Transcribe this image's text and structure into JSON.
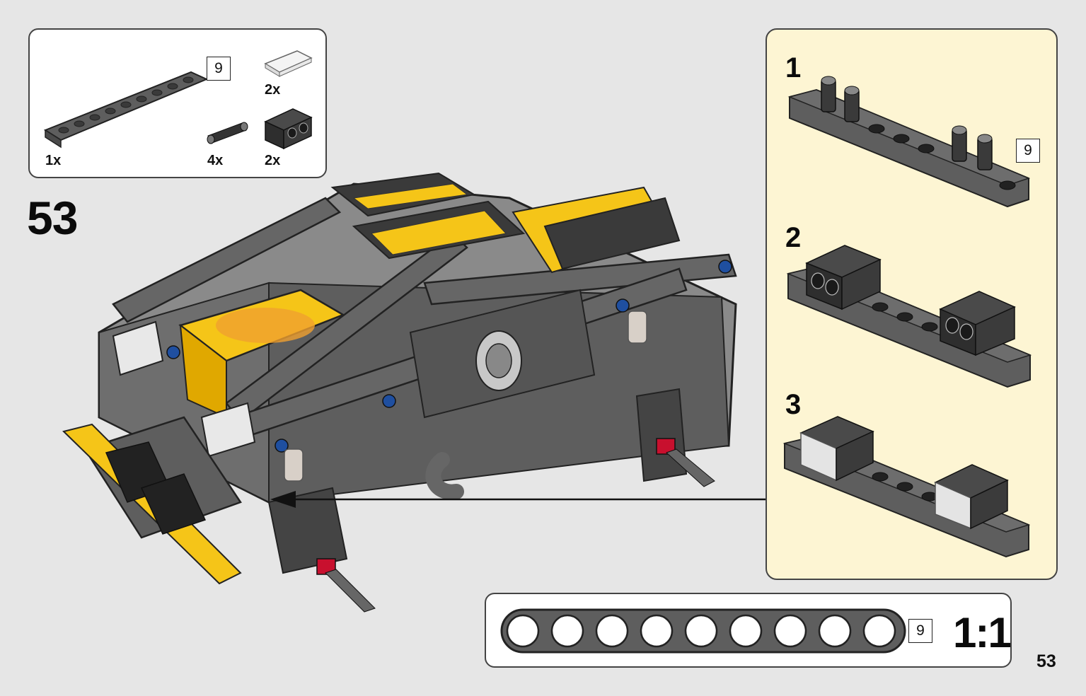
{
  "parts_list": {
    "items": [
      {
        "name": "Technic beam 9",
        "qty": "1x",
        "length": "9"
      },
      {
        "name": "Transparent tile 1x2",
        "qty": "2x"
      },
      {
        "name": "Technic connector peg",
        "qty": "4x"
      },
      {
        "name": "Black Technic brick 1x2 with holes",
        "qty": "2x"
      }
    ]
  },
  "step": {
    "number": "53"
  },
  "sub_steps": [
    {
      "number": "1",
      "beam_length": "9"
    },
    {
      "number": "2"
    },
    {
      "number": "3"
    }
  ],
  "scale_guide": {
    "beam_length": "9",
    "label": "1:1"
  },
  "page": {
    "number": "53"
  },
  "colors": {
    "background": "#e6e6e6",
    "subassembly_bg": "#fdf5d3",
    "dark_gray": "#5e5e5e",
    "yellow": "#f5c518",
    "red": "#c8102e",
    "blue": "#1f4fa0"
  }
}
